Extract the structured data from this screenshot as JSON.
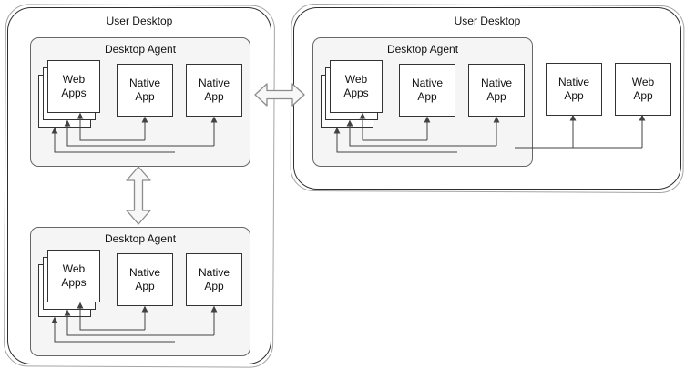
{
  "colors": {
    "canvas_bg": "#ffffff",
    "desktop_border": "#2f2f2f",
    "agent_fill": "#f5f5f5",
    "agent_border": "#676767",
    "app_fill": "#ffffff",
    "app_border": "#333333",
    "connector": "#424242",
    "double_arrow_fill": "#f7f7f7",
    "double_arrow_stroke": "#8c8c8c"
  },
  "desktops": {
    "left": {
      "label": "User Desktop",
      "agents": [
        {
          "label": "Desktop Agent",
          "apps": [
            {
              "label": "Web Apps",
              "kind": "stacked-windows"
            },
            {
              "label": "Native App",
              "kind": "window"
            },
            {
              "label": "Native App",
              "kind": "window"
            }
          ]
        },
        {
          "label": "Desktop Agent",
          "apps": [
            {
              "label": "Web Apps",
              "kind": "stacked-windows"
            },
            {
              "label": "Native App",
              "kind": "window"
            },
            {
              "label": "Native App",
              "kind": "window"
            }
          ]
        }
      ]
    },
    "right": {
      "label": "User Desktop",
      "agents": [
        {
          "label": "Desktop Agent",
          "apps": [
            {
              "label": "Web Apps",
              "kind": "stacked-windows"
            },
            {
              "label": "Native App",
              "kind": "window"
            },
            {
              "label": "Native App",
              "kind": "window"
            }
          ]
        }
      ],
      "standalone_apps": [
        {
          "label": "Native App",
          "kind": "window"
        },
        {
          "label": "Web App",
          "kind": "window"
        }
      ]
    }
  },
  "connections": [
    {
      "type": "bidirectional-arrow",
      "orientation": "vertical",
      "between": [
        "left-desktop-agent-top",
        "left-desktop-agent-bottom"
      ]
    },
    {
      "type": "bidirectional-arrow",
      "orientation": "horizontal",
      "between": [
        "left-user-desktop",
        "right-user-desktop"
      ]
    }
  ]
}
